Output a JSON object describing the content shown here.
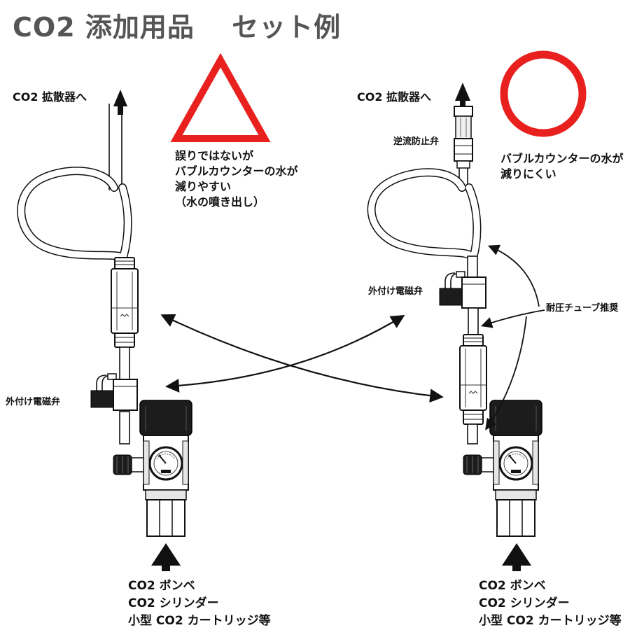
{
  "title": "CO2 添加用品　 セット例",
  "left_setup": {
    "rating_symbol": "triangle",
    "rating_color": "#e8201e",
    "top_label": "CO2 拡散器へ",
    "note_lines": [
      "誤りではないが",
      "バブルカウンターの水が",
      "減りやすい",
      "（水の噴き出し）"
    ],
    "solenoid_label": "外付け電磁弁",
    "source_lines": [
      "CO2 ボンベ",
      "CO2 シリンダー",
      "小型 CO2 カートリッジ等"
    ]
  },
  "right_setup": {
    "rating_symbol": "circle",
    "rating_color": "#e8201e",
    "top_label": "CO2 拡散器へ",
    "check_valve_label": "逆流防止弁",
    "note_lines": [
      "バブルカウンターの水が",
      "減りにくい"
    ],
    "solenoid_label": "外付け電磁弁",
    "tube_label": "耐圧チューブ推奨",
    "source_lines": [
      "CO2 ボンベ",
      "CO2 シリンダー",
      "小型 CO2 カートリッジ等"
    ]
  }
}
